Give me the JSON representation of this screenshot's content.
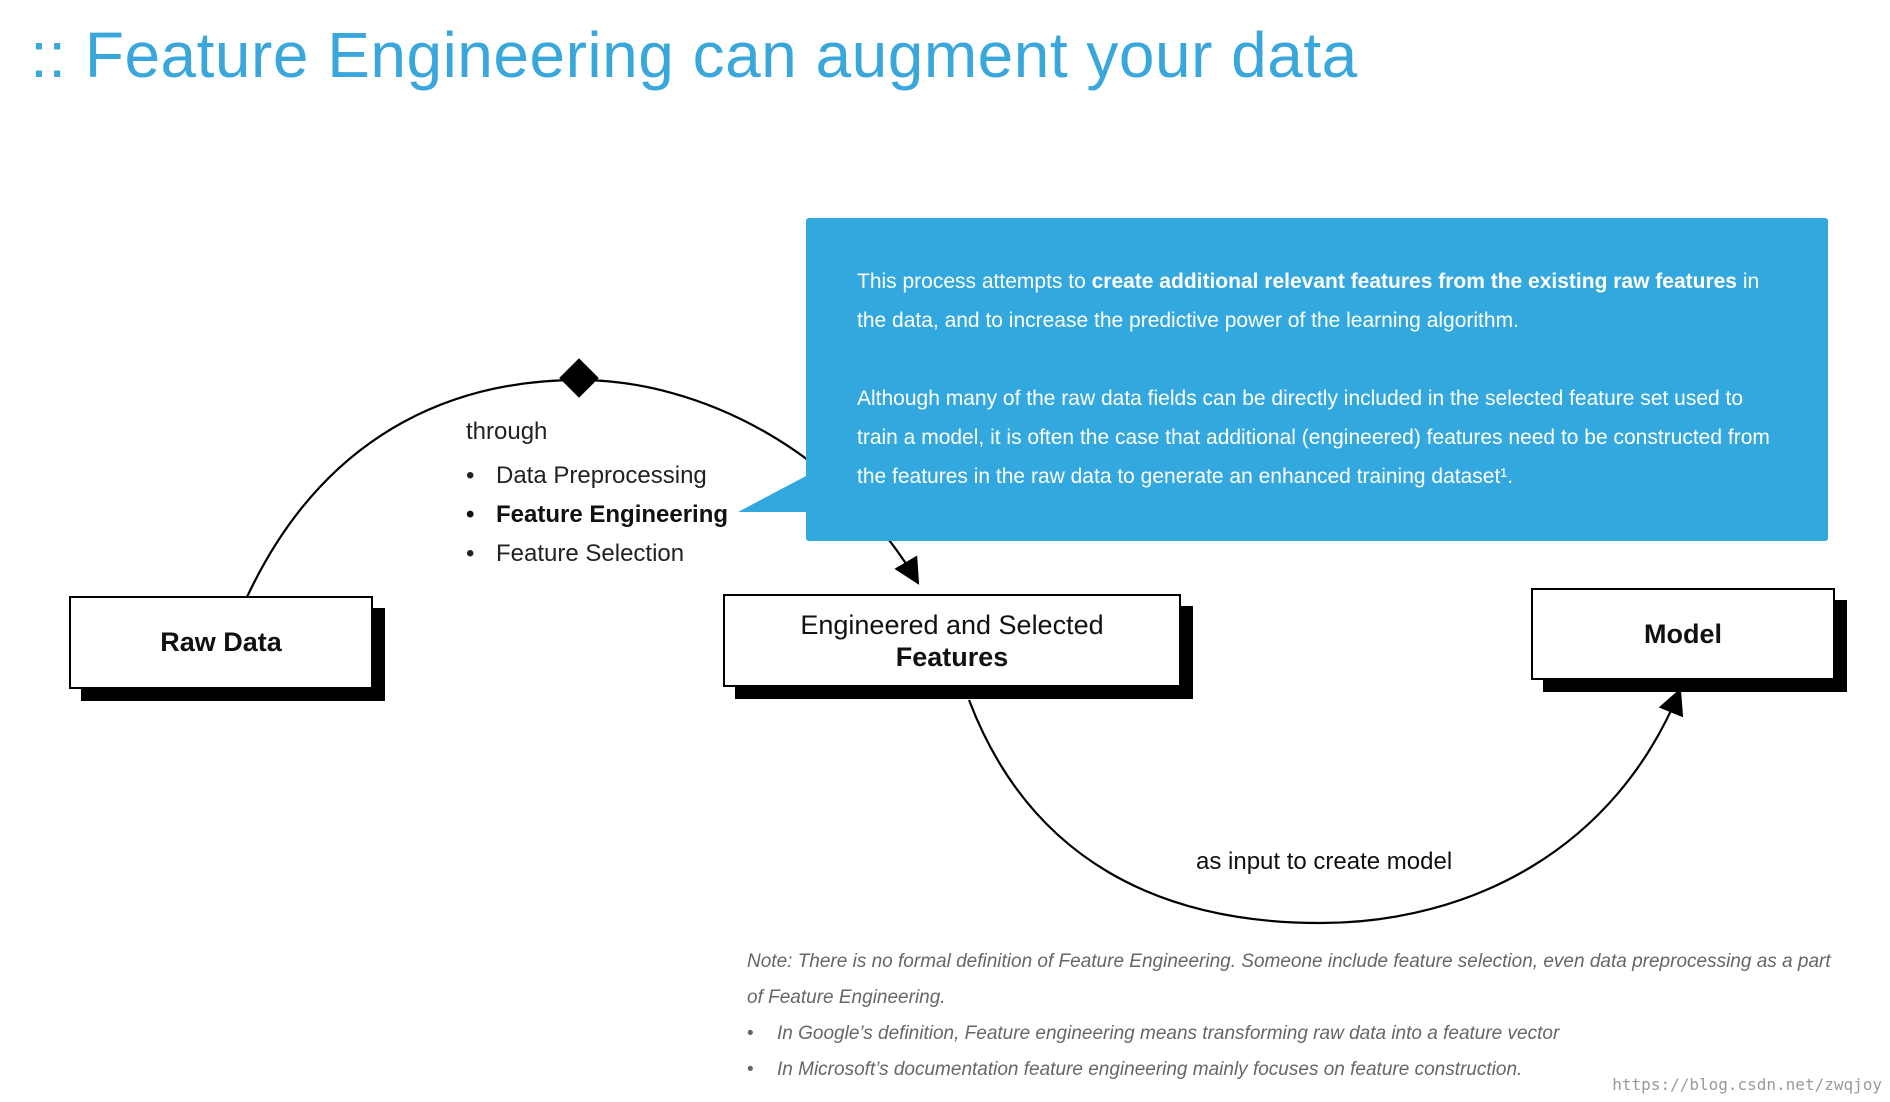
{
  "title": ":: Feature Engineering can augment your data",
  "boxes": {
    "raw_data": "Raw Data",
    "engineered_line1": "Engineered and Selected",
    "engineered_line2": "Features",
    "model": "Model"
  },
  "through": {
    "label": "through",
    "items": [
      "Data Preprocessing",
      "Feature Engineering",
      "Feature Selection"
    ]
  },
  "callout": {
    "p1_pre": "This process attempts to ",
    "p1_bold": "create additional relevant features from the existing raw features",
    "p1_post": " in the data, and to increase the predictive power of the learning algorithm.",
    "p2": "Although many of the raw data fields can be directly included in the selected feature set used to train a model, it is often the case that additional (engineered) features need to be constructed from the features in the raw data to generate an enhanced training dataset¹."
  },
  "edge_label": "as input to create model",
  "note": {
    "main": "Note: There is no formal definition of Feature Engineering. Someone include feature selection, even data preprocessing as a part of Feature Engineering.",
    "bullets": [
      "In Google’s definition, Feature engineering means transforming raw data into a feature vector",
      "In Microsoft’s documentation feature engineering mainly focuses on feature construction."
    ]
  },
  "watermark": "https://blog.csdn.net/zwqjoy",
  "colors": {
    "accent": "#33a8de",
    "title": "#3aa7dc"
  }
}
